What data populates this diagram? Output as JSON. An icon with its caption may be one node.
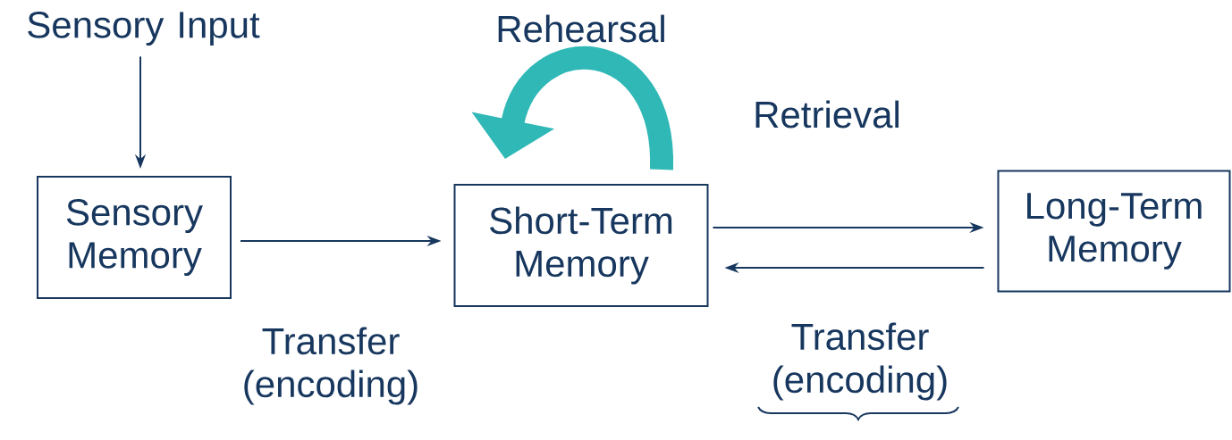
{
  "diagram": {
    "nodes": [
      {
        "text": [
          "Sensory Input"
        ]
      },
      {
        "text": [
          "Sensory Memory"
        ]
      },
      {
        "text": [
          "Short-Term Memory"
        ]
      },
      {
        "text": [
          "Long-Term Memory"
        ]
      }
    ],
    "edges": [
      {
        "from": 0,
        "to": 1,
        "arrow": "to"
      },
      {
        "from": 1,
        "to": 2,
        "arrow": "to"
      },
      {
        "from": 2,
        "to": 3,
        "arrow": "to"
      },
      {
        "from": 3,
        "to": 2,
        "arrow": "to"
      },
      {
        "from": 2,
        "to": 2,
        "arrow": "to",
        "style": "thick",
        "color": "#2fb8b6"
      }
    ],
    "labels": [
      "Rehearsal",
      "Retrieval",
      "Transfer (encoding)",
      "Transfer (encoding)"
    ]
  }
}
